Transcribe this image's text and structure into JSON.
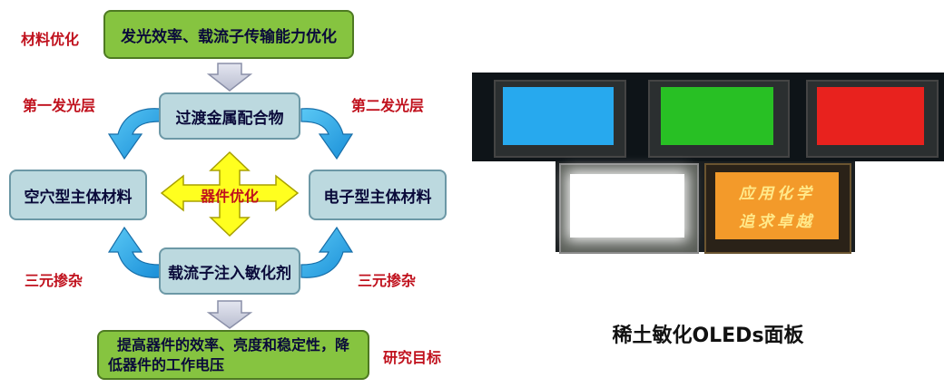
{
  "diagram": {
    "top_box": "发光效率、载流子传输能力优化",
    "metal_box": "过渡金属配合物",
    "left_box": "空穴型主体材料",
    "right_box": "电子型主体材料",
    "center_label": "器件优化",
    "carrier_box": "载流子注入敏化剂",
    "bottom_box_line1": "提高器件的效率、亮度和稳定性，降",
    "bottom_box_line2": "低器件的工作电压",
    "labels": {
      "material_opt": "材料优化",
      "first_layer": "第一发光层",
      "second_layer": "第二发光层",
      "ternary_left": "三元掺杂",
      "ternary_right": "三元掺杂",
      "research_goal": "研究目标"
    }
  },
  "photo": {
    "panel_colors": [
      "#27a9ee",
      "#28c024",
      "#e8221e",
      "#ffffff",
      "#f39a2a"
    ],
    "panel_text_line1": "应用化学",
    "panel_text_line2": "追求卓越",
    "caption": "稀土敏化OLEDs面板"
  }
}
